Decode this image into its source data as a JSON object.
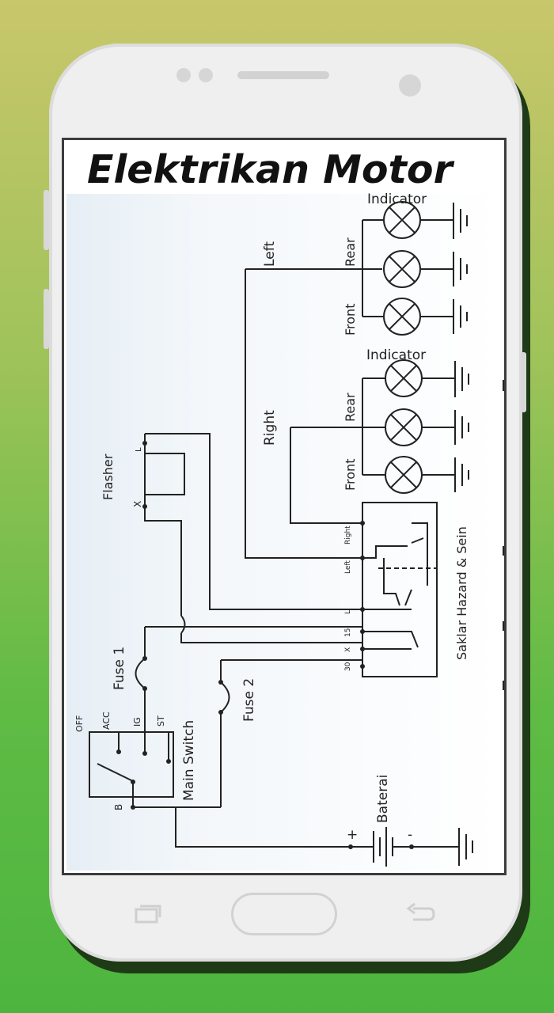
{
  "app": {
    "title": "Elektrikan Motor"
  },
  "diagram": {
    "labels": {
      "indicator_left": "Indicator",
      "indicator_right": "Indicator",
      "left": "Left",
      "right": "Right",
      "rear_left": "Rear",
      "front_left": "Front",
      "rear_right": "Rear",
      "front_right": "Front",
      "flasher": "Flasher",
      "flasher_l": "L",
      "flasher_x": "X",
      "fuse1": "Fuse 1",
      "fuse2": "Fuse 2",
      "off": "OFF",
      "acc": "ACC",
      "ig": "IG",
      "st": "ST",
      "b": "B",
      "main_switch": "Main Switch",
      "baterai": "Baterai",
      "plus": "+",
      "minus": "-",
      "switch_name": "Saklar Hazard & Sein",
      "term_right": "Right",
      "term_left": "Left",
      "term_l": "L",
      "term_15": "15",
      "term_x": "X",
      "term_30": "30"
    }
  },
  "nav": {
    "icons": [
      "recent-apps-icon",
      "home-button",
      "back-icon"
    ]
  }
}
